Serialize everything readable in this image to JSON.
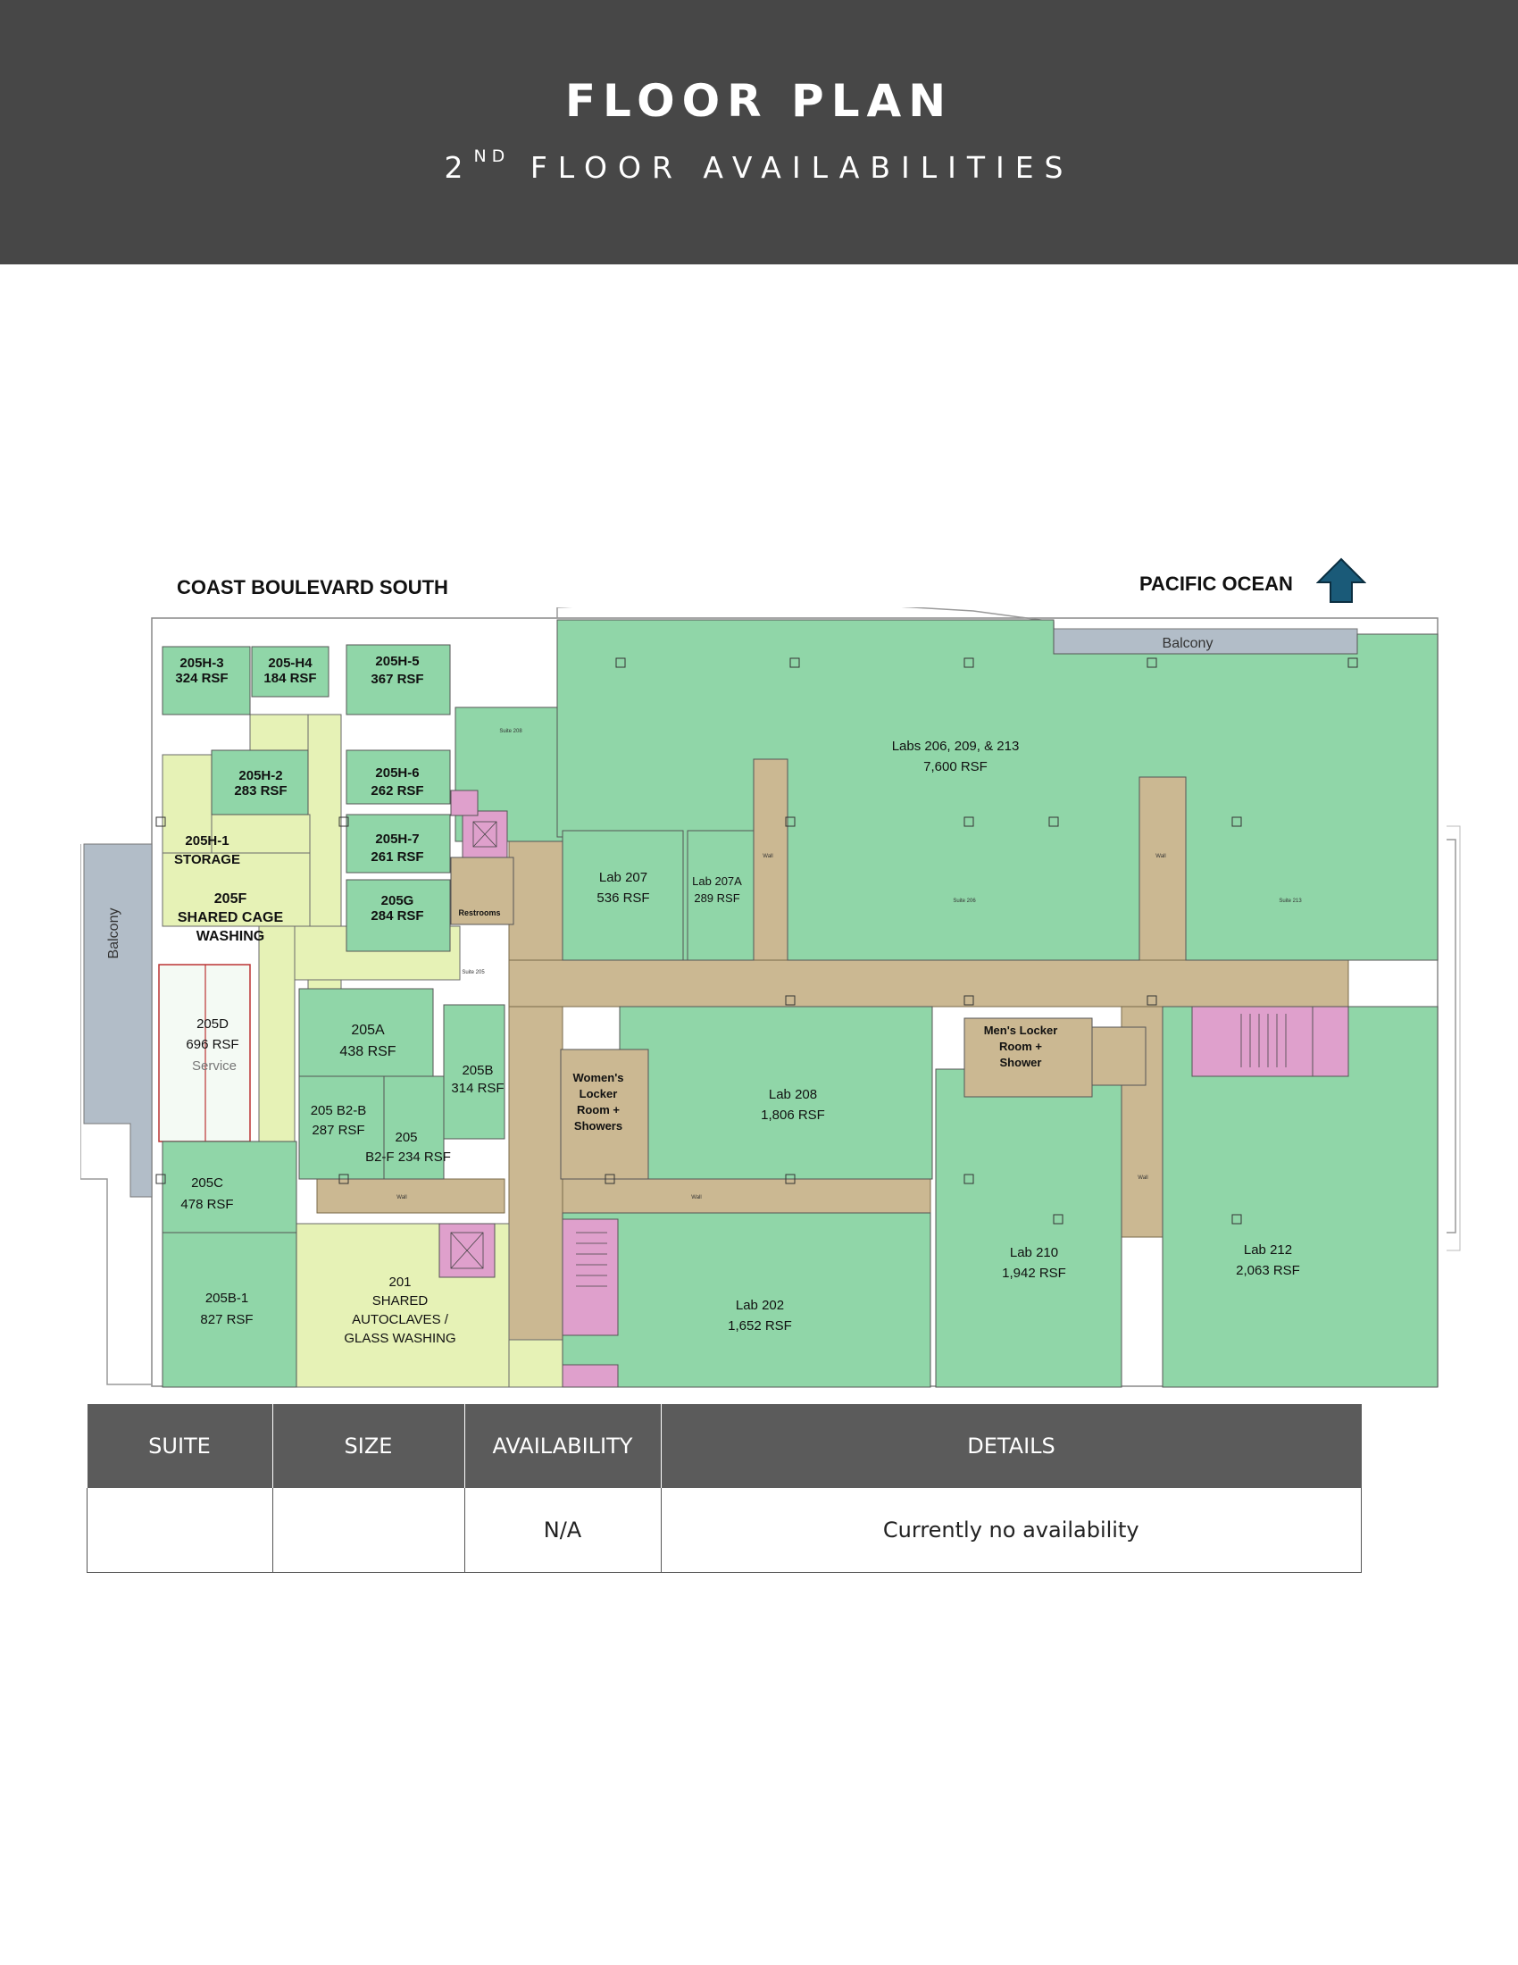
{
  "header": {
    "title": "FLOOR PLAN",
    "subtitle_num": "2",
    "subtitle_sup": "ND",
    "subtitle_rest": "FLOOR AVAILABILITIES"
  },
  "plan": {
    "street_label": "COAST BOULEVARD SOUTH",
    "ocean_label": "PACIFIC OCEAN",
    "balcony_top": "Balcony",
    "balcony_left": "Balcony",
    "service_label": "Service",
    "rooms": {
      "r205h3": [
        "205H-3",
        "324 RSF"
      ],
      "r205h4": [
        "205-H4",
        "184 RSF"
      ],
      "r205h5": [
        "205H-5",
        "367 RSF"
      ],
      "r205h2": [
        "205H-2",
        "283 RSF"
      ],
      "r205h6": [
        "205H-6",
        "262 RSF"
      ],
      "r205h1": [
        "205H-1",
        "STORAGE"
      ],
      "r205h7": [
        "205H-7",
        "261 RSF"
      ],
      "r205f": [
        "205F",
        "SHARED CAGE",
        "WASHING"
      ],
      "r205g": [
        "205G",
        "284 RSF"
      ],
      "r205d": [
        "205D",
        "696 RSF"
      ],
      "r205a": [
        "205A",
        "438 RSF"
      ],
      "r205b": [
        "205B",
        "314 RSF"
      ],
      "r205b2b": [
        "205 B2-B",
        "287 RSF"
      ],
      "r205b2f": [
        "205",
        "B2-F 234 RSF"
      ],
      "r205c": [
        "205C",
        "478 RSF"
      ],
      "r205b1": [
        "205B-1",
        "827 RSF"
      ],
      "r201": [
        "201",
        "SHARED",
        "AUTOCLAVES /",
        "GLASS WASHING"
      ],
      "restrooms": [
        "Restrooms"
      ],
      "lab207": [
        "Lab 207",
        "536 RSF"
      ],
      "lab207a": [
        "Lab 207A",
        "289 RSF"
      ],
      "labs206": [
        "Labs 206, 209, & 213",
        "7,600 RSF"
      ],
      "womens": [
        "Women's",
        "Locker",
        "Room +",
        "Showers"
      ],
      "mens": [
        "Men's Locker",
        "Room +",
        "Shower"
      ],
      "lab208": [
        "Lab 208",
        "1,806 RSF"
      ],
      "lab202": [
        "Lab 202",
        "1,652 RSF"
      ],
      "lab210": [
        "Lab 210",
        "1,942 RSF"
      ],
      "lab212": [
        "Lab 212",
        "2,063 RSF"
      ]
    }
  },
  "colors": {
    "header_bg": "#474747",
    "available_green": "#90d6a8",
    "shared_yellow": "#e6f2b6",
    "corridor_tan": "#cbb892",
    "core_pink": "#dfa0cc",
    "balcony_grey": "#b2bdc8",
    "arrow_blue": "#1a5a78"
  },
  "table": {
    "headers": [
      "SUITE",
      "SIZE",
      "AVAILABILITY",
      "DETAILS"
    ],
    "rows": [
      [
        "",
        "",
        "N/A",
        "Currently no availability"
      ]
    ]
  }
}
